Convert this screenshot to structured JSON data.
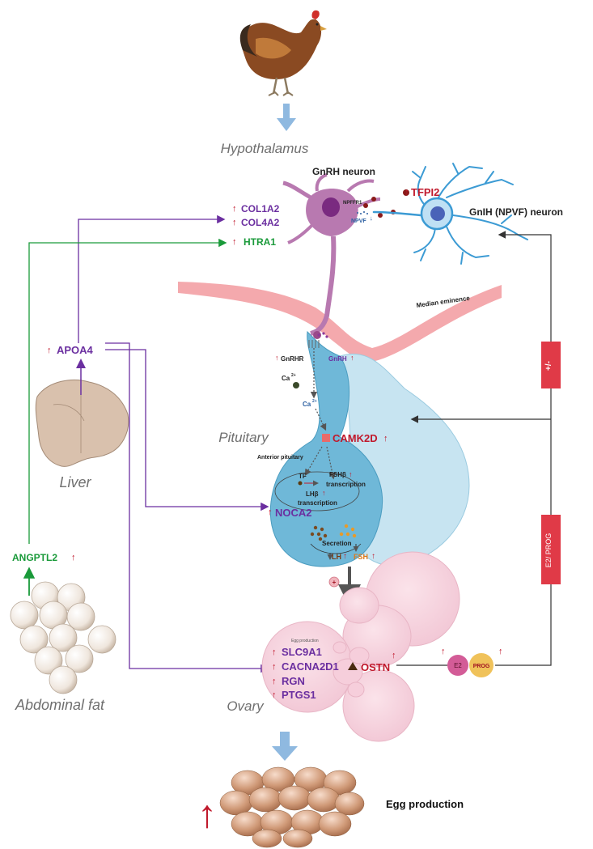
{
  "labels": {
    "hypothalamus": "Hypothalamus",
    "gnrh_neuron": "GnRH  neuron",
    "gnih_neuron": "GnIH (NPVF) neuron",
    "median_eminence": "Median eminence",
    "pituitary": "Pituitary",
    "anterior_pituitary": "Anterior pituitary",
    "liver": "Liver",
    "abdominal_fat": "Abdominal fat",
    "ovary": "Ovary",
    "egg_production": "Egg production",
    "egg_production_small": "Egg production",
    "npffr1": "NPFFR1",
    "npvf": "NPVF",
    "gnrhr": "GnRHR",
    "gnrh": "GnRH",
    "ca1": "Ca",
    "ca2": "Ca",
    "ca_sup": "2+",
    "tf": "TF",
    "fshb": "FSHβ",
    "fshb_transcription": "transcription",
    "lhb": "LHβ",
    "lhb_transcription": "transcription",
    "secretion": "Secretion",
    "lh": "LH",
    "fsh": "FSH",
    "plus": "+",
    "plus_minus": "+/-",
    "e2_prog": "E2/ PROG",
    "e2": "E2",
    "prog": "PROG"
  },
  "genes": {
    "col1a2": "COL1A2",
    "col4a2": "COL4A2",
    "htra1": "HTRA1",
    "tfpi2": "TFPI2",
    "apoa4": "APOA4",
    "camk2d": "CAMK2D",
    "noca2": "NOCA2",
    "angptl2": "ANGPTL2",
    "slc9a1": "SLC9A1",
    "cacna2d1": "CACNA2D1",
    "rgn": "RGN",
    "ptgs1": "PTGS1",
    "ostn": "OSTN"
  },
  "arrow_up": "↑",
  "colors": {
    "purple": "#6b2fa0",
    "green": "#1a9a3a",
    "red": "#c0192c",
    "gray_text": "#6f6f6f",
    "pituitary_blue": "#6fb8d8",
    "gnrh_neuron": "#b879b0",
    "gnih_neuron": "#3c9bd4",
    "median_eminence": "#f4a9ad",
    "red_box": "#e03a47"
  }
}
